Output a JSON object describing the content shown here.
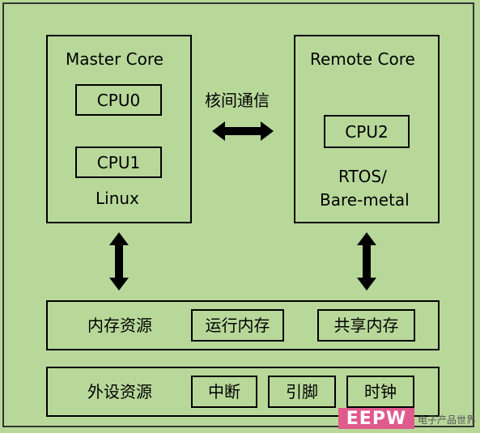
{
  "master": {
    "title": "Master Core",
    "cpus": [
      "CPU0",
      "CPU1"
    ],
    "os": "Linux"
  },
  "remote": {
    "title": "Remote Core",
    "cpu": "CPU2",
    "os_line1": "RTOS/",
    "os_line2": "Bare-metal"
  },
  "ipc_label": "核间通信",
  "memory": {
    "title": "内存资源",
    "items": [
      "运行内存",
      "共享内存"
    ]
  },
  "peripheral": {
    "title": "外设资源",
    "items": [
      "中断",
      "引脚",
      "时钟"
    ]
  },
  "watermark": {
    "logo": "EEPW",
    "tagline": "电子产品世界"
  },
  "colors": {
    "background": "#b8d89a",
    "border": "#000000",
    "watermark_logo": "#e05a8c"
  }
}
